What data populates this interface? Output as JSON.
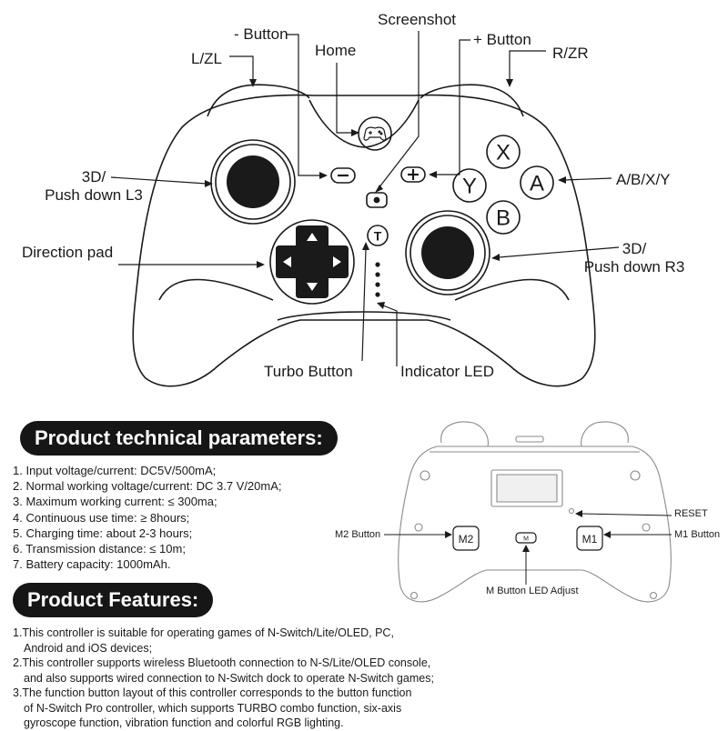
{
  "front_labels": {
    "minus_button": "- Button",
    "screenshot": "Screenshot",
    "home": "Home",
    "plus_button": "+ Button",
    "l_zl": "L/ZL",
    "r_zr": "R/ZR",
    "left_stick_line1": "3D/",
    "left_stick_line2": "Push down L3",
    "abxy": "A/B/X/Y",
    "direction_pad": "Direction pad",
    "right_stick_line1": "3D/",
    "right_stick_line2": "Push down R3",
    "turbo_button": "Turbo Button",
    "indicator_led": "Indicator LED"
  },
  "face_buttons": {
    "x": "X",
    "y": "Y",
    "a": "A",
    "b": "B",
    "turbo": "T"
  },
  "back_labels": {
    "reset": "RESET",
    "m2_button": "M2 Button",
    "m1_button": "M1 Button",
    "m_led": "M Button LED Adjust",
    "m2_key": "M2",
    "m1_key": "M1",
    "m_key": "M"
  },
  "params": {
    "title": "Product technical parameters:",
    "items": [
      "1. Input voltage/current: DC5V/500mA;",
      "2. Normal working voltage/current: DC 3.7 V/20mA;",
      "3. Maximum working current: ≤ 300ma;",
      "4. Continuous use time: ≥ 8hours;",
      "5. Charging time: about 2-3 hours;",
      "6. Transmission distance: ≤ 10m;",
      "7. Battery capacity: 1000mAh."
    ]
  },
  "features": {
    "title": "Product Features:",
    "items": [
      {
        "line1": "1.This controller is suitable for operating games of N-Switch/Lite/OLED, PC,",
        "line2": "Android and iOS devices;"
      },
      {
        "line1": "2.This controller supports wireless Bluetooth connection to N-S/Lite/OLED console,",
        "line2": "and also supports wired connection to N-Switch dock to operate N-Switch games;"
      },
      {
        "line1": "3.The function button layout of this controller corresponds to the button function",
        "line2": "of N-Switch Pro controller, which supports TURBO combo function, six-axis"
      },
      {
        "line1": "",
        "line2": "gyroscope function, vibration function and colorful RGB lighting."
      }
    ]
  },
  "colors": {
    "ink": "#1a1a1a",
    "banner": "#161616",
    "banner_text": "#ffffff"
  }
}
